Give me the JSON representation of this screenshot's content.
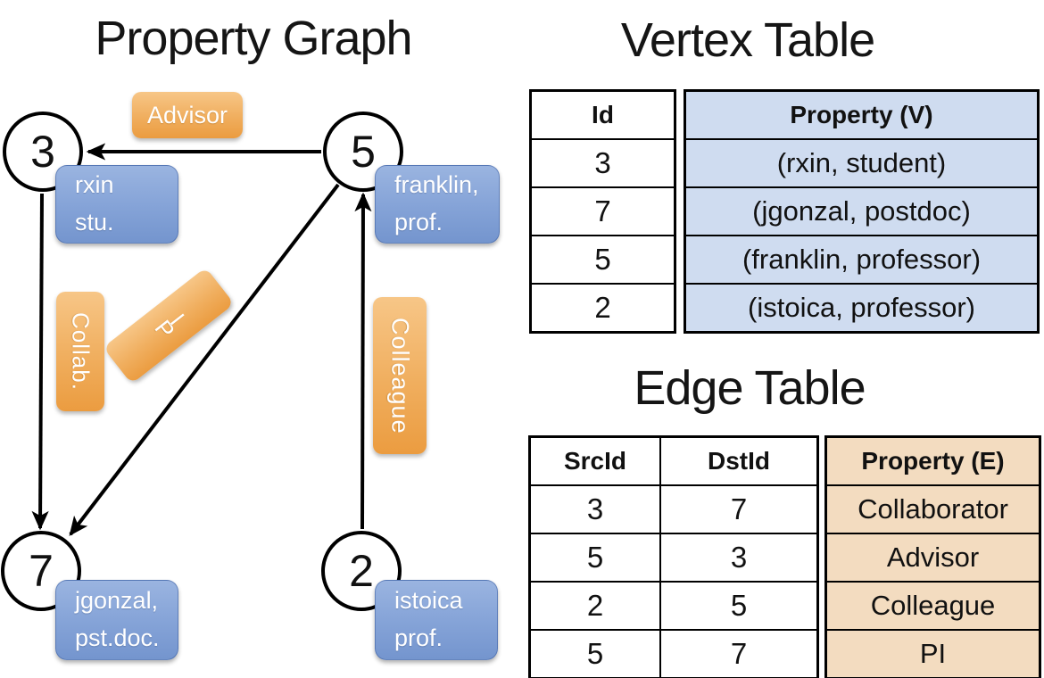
{
  "graph": {
    "title": "Property Graph",
    "nodes": [
      {
        "id": "3"
      },
      {
        "id": "5"
      },
      {
        "id": "7"
      },
      {
        "id": "2"
      }
    ],
    "vertex_labels": [
      {
        "line1": "rxin",
        "line2": "stu."
      },
      {
        "line1": "franklin,",
        "line2": "prof."
      },
      {
        "line1": "jgonzal,",
        "line2": "pst.doc."
      },
      {
        "line1": "istoica",
        "line2": "prof."
      }
    ],
    "edge_labels": {
      "advisor": "Advisor",
      "collab": "Collab.",
      "pi": "PI",
      "pi_letters": [
        "P",
        "I"
      ],
      "colleague": "Colleague"
    }
  },
  "vertex_table": {
    "title": "Vertex Table",
    "columns": {
      "id": "Id",
      "property": "Property (V)"
    },
    "id_rows": [
      "3",
      "7",
      "5",
      "2"
    ],
    "property_rows": [
      "(rxin, student)",
      "(jgonzal, postdoc)",
      "(franklin, professor)",
      "(istoica, professor)"
    ]
  },
  "edge_table": {
    "title": "Edge Table",
    "columns": {
      "src": "SrcId",
      "dst": "DstId",
      "property": "Property (E)"
    },
    "rows": [
      [
        "3",
        "7"
      ],
      [
        "5",
        "3"
      ],
      [
        "2",
        "5"
      ],
      [
        "5",
        "7"
      ]
    ],
    "property_rows": [
      "Collaborator",
      "Advisor",
      "Colleague",
      "PI"
    ]
  },
  "colors": {
    "edge_label_orange": "#F0AE5E",
    "vertex_label_blue": "#86A4D8",
    "vertex_property_cell": "#CFDCF0",
    "edge_property_cell": "#F3DCC0",
    "line_black": "#000000"
  }
}
